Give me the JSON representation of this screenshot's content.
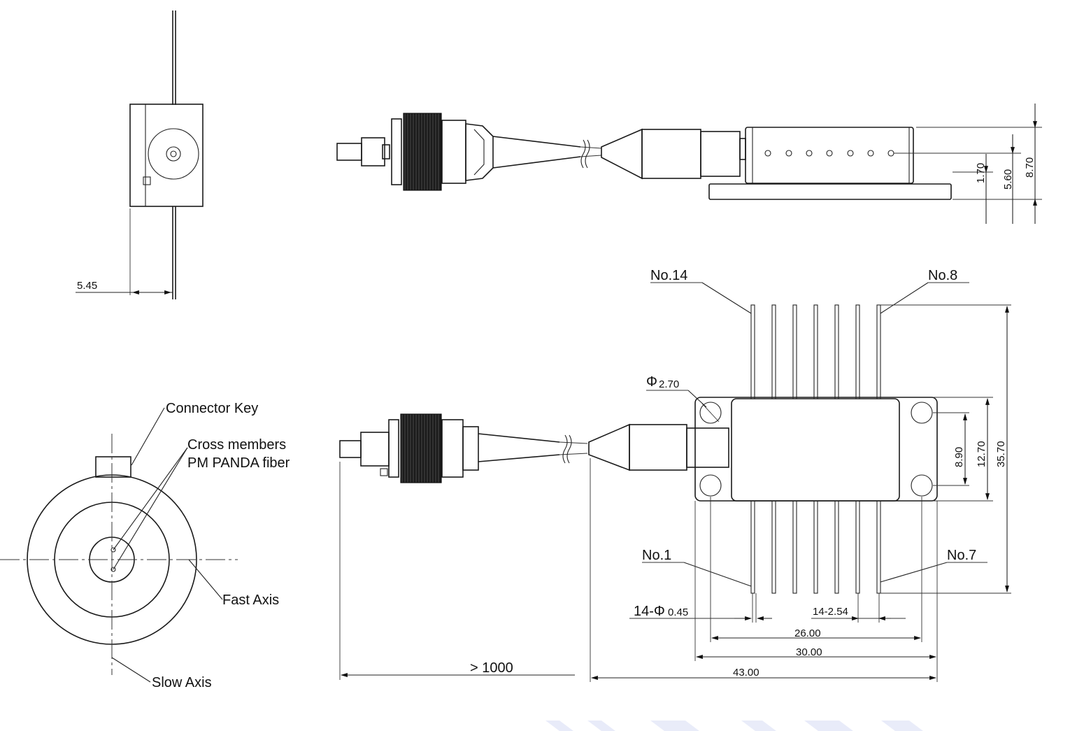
{
  "labels": {
    "connector_key": "Connector Key",
    "cross_members": "Cross members",
    "pm_panda_fiber": "PM PANDA fiber",
    "fast_axis": "Fast Axis",
    "slow_axis": "Slow Axis",
    "no14": "No.14",
    "no8": "No.8",
    "no1": "No.1",
    "no7": "No.7"
  },
  "dimensions": {
    "d545": "5.45",
    "d170": "1.70",
    "d560": "5.60",
    "d870": "8.70",
    "hole_prefix": "Φ",
    "hole_diam": "2.70",
    "pin_prefix": "14-Φ",
    "pin_diam": "0.45",
    "pin_pitch": "14-2.54",
    "d890": "8.90",
    "d1270": "12.70",
    "d3570": "35.70",
    "d2600": "26.00",
    "d3000": "30.00",
    "d4300": "43.00",
    "fiber_length": "> 1000"
  }
}
